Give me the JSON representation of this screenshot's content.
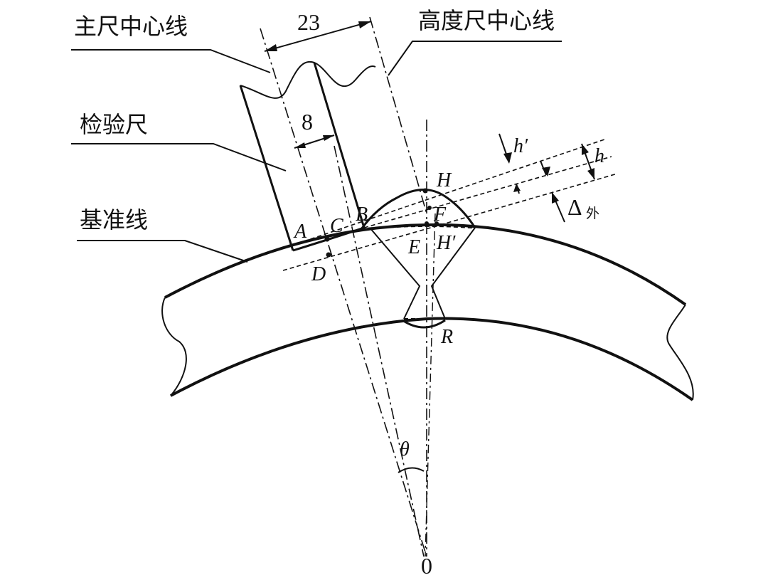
{
  "labels": {
    "main_ruler_centerline": "主尺中心线",
    "height_ruler_centerline": "高度尺中心线",
    "inspection_ruler": "检验尺",
    "reference_line": "基准线"
  },
  "dimensions": {
    "width_23": "23",
    "width_8": "8"
  },
  "points": {
    "A": "A",
    "B": "B",
    "C": "C",
    "D": "D",
    "E": "E",
    "F": "F",
    "H": "H",
    "H_prime": "H′",
    "R": "R",
    "O": "0"
  },
  "symbols": {
    "h": "h",
    "h_prime": "h′",
    "delta": "Δ",
    "delta_sub": "外",
    "theta": "θ"
  }
}
